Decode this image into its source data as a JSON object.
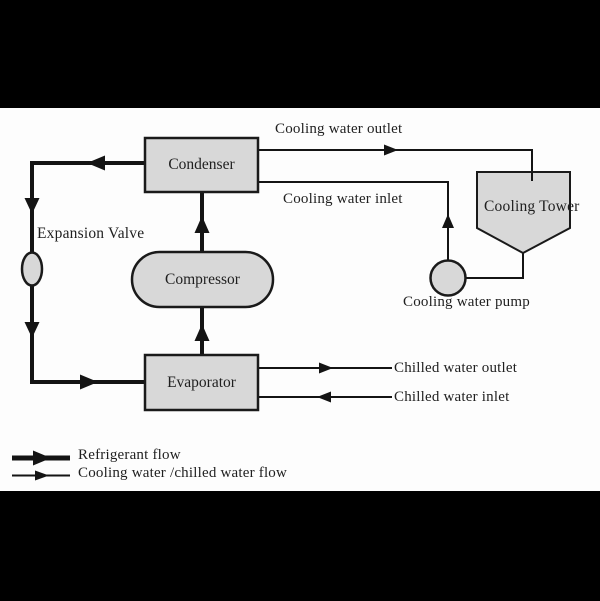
{
  "colors": {
    "background": "#fdfdfd",
    "letterbox": "#000000",
    "shape_fill": "#d8d8d8",
    "shape_stroke": "#1a1a1a",
    "line": "#141414",
    "text": "#1f1f1f"
  },
  "nodes": {
    "condenser": "Condenser",
    "compressor": "Compressor",
    "evaporator": "Evaporator",
    "expansion_valve": "Expansion Valve",
    "cooling_tower": "Cooling Tower",
    "cooling_water_pump": "Cooling water pump"
  },
  "stream_labels": {
    "cooling_water_outlet": "Cooling water outlet",
    "cooling_water_inlet": "Cooling water inlet",
    "chilled_water_outlet": "Chilled water outlet",
    "chilled_water_inlet": "Chilled water inlet"
  },
  "legend": [
    {
      "style": "thick-arrow",
      "label": "Refrigerant flow"
    },
    {
      "style": "thin-arrow",
      "label": "Cooling water /chilled water flow"
    }
  ]
}
